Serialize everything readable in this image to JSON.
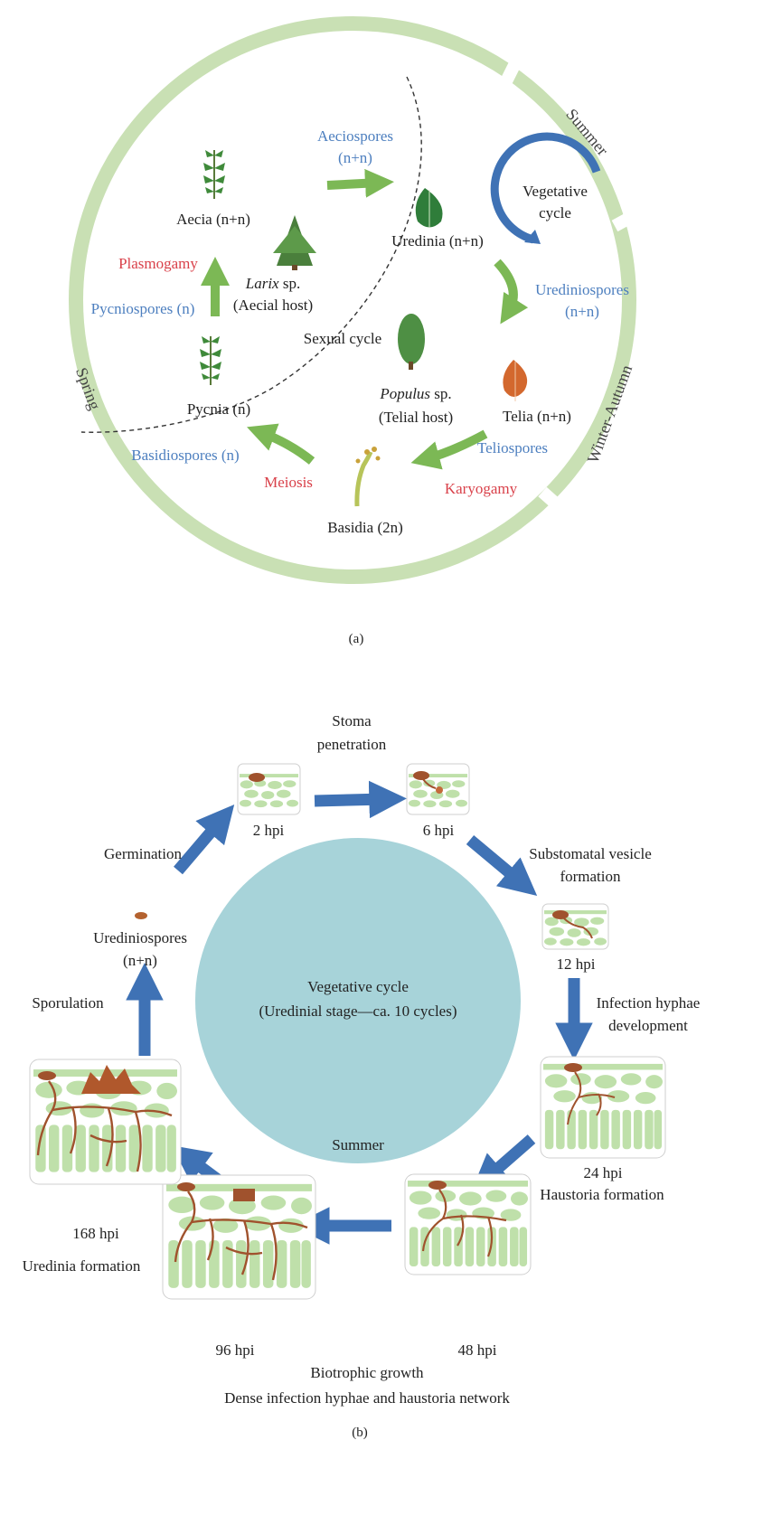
{
  "panel_a": {
    "seasons": {
      "summer": "Summer",
      "winter_autumn": "Winter-Autumn",
      "spring": "Spring"
    },
    "stages": {
      "aecia": "Aecia (n+n)",
      "urediniа_placeholder": null,
      "uredinia": "Uredinia (n+n)",
      "pycnia": "Pycnia (n)",
      "telia": "Telia (n+n)",
      "basidia": "Basidia (2n)"
    },
    "spores": {
      "aeciospores": [
        "Aeciospores",
        "(n+n)"
      ],
      "urediniospores": [
        "Urediniospores",
        "(n+n)"
      ],
      "pycniospores": "Pycniospores (n)",
      "basidiospores": "Basidiospores (n)",
      "teliospores": "Teliospores"
    },
    "events": {
      "plasmogamy": "Plasmogamy",
      "meiosis": "Meiosis",
      "karyogamy": "Karyogamy"
    },
    "hosts": {
      "larix_genus": "Larix",
      "larix_sp": " sp.",
      "larix_role": "(Aecial host)",
      "populus_genus": "Populus",
      "populus_sp": " sp.",
      "populus_role": "(Telial host)"
    },
    "cycles": {
      "sexual": "Sexual cycle",
      "vegetative": [
        "Vegetative",
        "cycle"
      ]
    },
    "caption": "(a)"
  },
  "panel_b": {
    "center": {
      "title": "Vegetative cycle",
      "subtitle": "(Uredinial stage—ca. 10 cycles)",
      "season": "Summer"
    },
    "timepoints": [
      "2 hpi",
      "6 hpi",
      "12 hpi",
      "24 hpi",
      "48 hpi",
      "96 hpi",
      "168 hpi"
    ],
    "steps": {
      "stoma": [
        "Stoma",
        "penetration"
      ],
      "vesicle": [
        "Substomatal vesicle",
        "formation"
      ],
      "infection": [
        "Infection hyphae",
        "development"
      ],
      "haustoria": "Haustoria formation",
      "biotrophic": "Biotrophic growth",
      "network": "Dense infection hyphae and haustoria network",
      "uredinia": "Uredinia formation",
      "sporulation": "Sporulation",
      "urediniospores": [
        "Urediniospores",
        "(n+n)"
      ],
      "germination": "Germination"
    },
    "caption": "(b)"
  },
  "colors": {
    "ring": "#c9e0b4",
    "arrow_green": "#7cb855",
    "arrow_blue": "#3f72b5",
    "center_circle": "#a7d3d9",
    "fungus": "#a0522d",
    "leaf_cells": "#bfe0aa"
  }
}
